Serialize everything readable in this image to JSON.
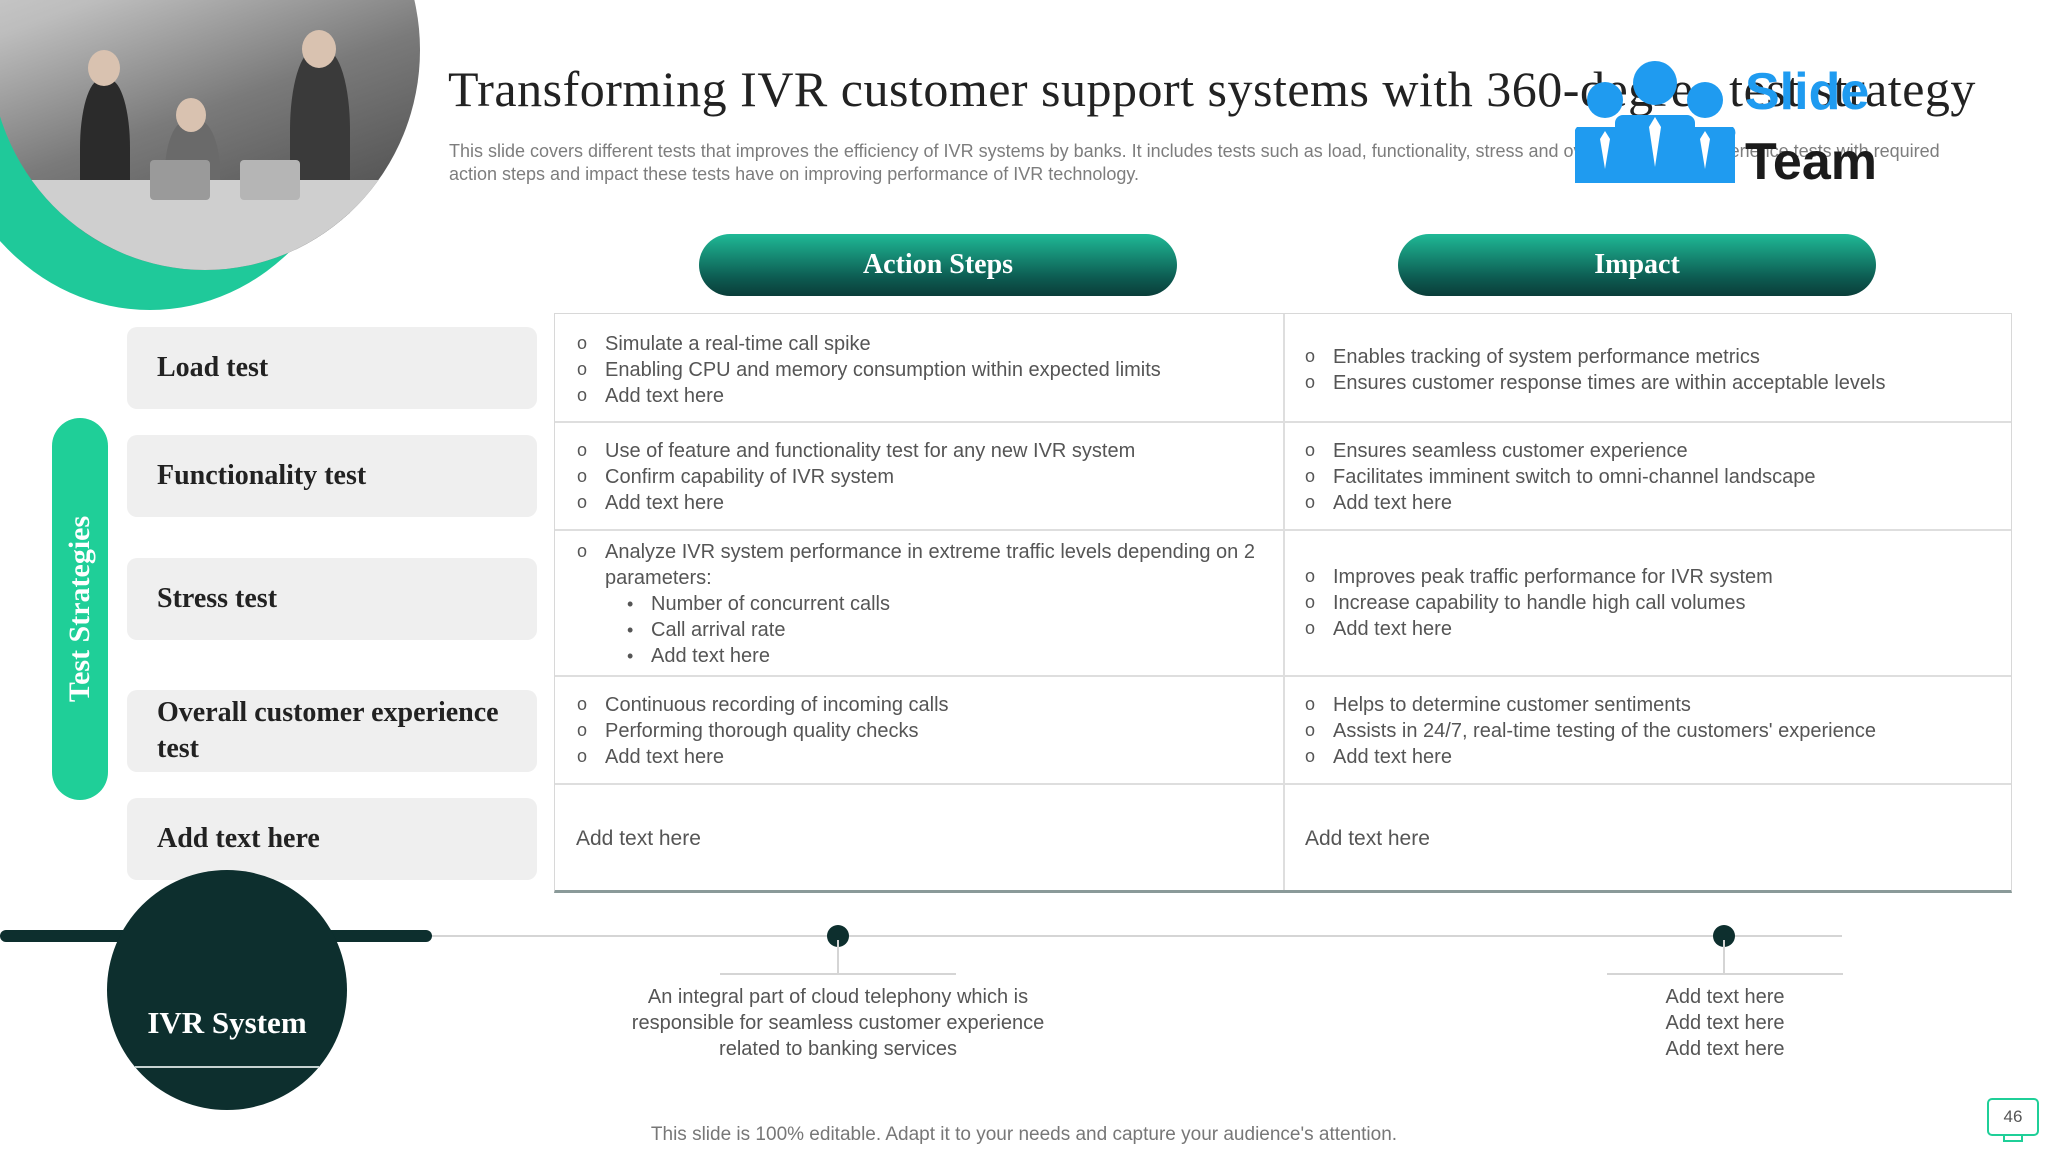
{
  "title": "Transforming IVR customer support systems with 360-degree test strategy",
  "subtitle": "This slide covers different tests that improves the efficiency of IVR systems by banks. It includes tests such as load, functionality, stress and overall customer experience tests with required action steps and impact these tests have on improving performance of IVR technology.",
  "logo": {
    "line1": "Slide",
    "line2": "Team",
    "icon": "team-people-icon",
    "color": "#1f9bf0"
  },
  "headers": {
    "action": "Action Steps",
    "impact": "Impact"
  },
  "side_label": "Test Strategies",
  "rows": [
    {
      "label": "Load test",
      "actions": [
        "Simulate a real-time call spike",
        "Enabling CPU and memory consumption within expected limits",
        "Add text here"
      ],
      "impacts": [
        "Enables tracking of system performance metrics",
        "Ensures customer response times are within acceptable levels"
      ]
    },
    {
      "label": "Functionality test",
      "actions": [
        "Use of feature and functionality test for any new IVR system",
        "Confirm capability of IVR system",
        "Add text here"
      ],
      "impacts": [
        "Ensures seamless customer experience",
        "Facilitates imminent switch to omni-channel landscape",
        "Add text here"
      ]
    },
    {
      "label": "Stress test",
      "actions": [
        "Analyze IVR system performance in extreme traffic levels depending on 2 parameters:"
      ],
      "action_subs": [
        "Number of concurrent calls",
        "Call arrival rate",
        "Add text here"
      ],
      "impacts": [
        "Improves peak traffic performance for IVR system",
        "Increase capability to handle high call volumes",
        "Add text here"
      ]
    },
    {
      "label": "Overall customer experience test",
      "actions": [
        "Continuous recording of incoming calls",
        "Performing thorough quality checks",
        "Add text here"
      ],
      "impacts": [
        "Helps to determine customer sentiments",
        "Assists in 24/7, real-time testing of the customers' experience",
        "Add text here"
      ]
    },
    {
      "label": "Add text here",
      "action_text": "Add text here",
      "impact_text": "Add text here"
    }
  ],
  "ivr_label": "IVR System",
  "timeline": {
    "left_text": "An integral part of cloud telephony which is responsible for seamless customer experience related to banking services",
    "right_lines": [
      "Add text here",
      "Add text here",
      "Add text here"
    ]
  },
  "footer": "This slide is 100% editable. Adapt it to your needs and capture your audience's attention.",
  "page_number": "46",
  "colors": {
    "accent": "#1fcf98",
    "dark": "#0d2f2e"
  }
}
